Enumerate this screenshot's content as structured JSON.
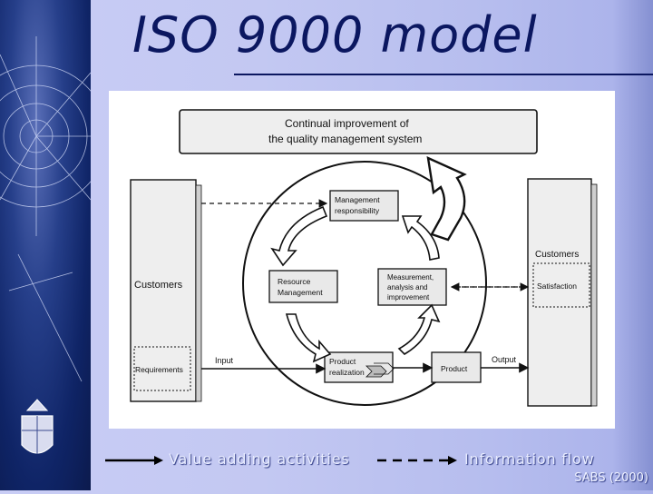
{
  "slide": {
    "title": "ISO 9000 model",
    "credit": "SABS (2000)"
  },
  "diagram": {
    "improvement_box": "Continual improvement of",
    "improvement_box_line2": "the quality management system",
    "customers_left": "Customers",
    "requirements": "Requirements",
    "customers_right": "Customers",
    "satisfaction": "Satisfaction",
    "management_line1": "Management",
    "management_line2": "responsibility",
    "resource_line1": "Resource",
    "resource_line2": "Management",
    "measurement_line1": "Measurement,",
    "measurement_line2": "analysis and",
    "measurement_line3": "improvement",
    "product_realization_line1": "Product",
    "product_realization_line2": "realization",
    "product": "Product",
    "input": "Input",
    "output": "Output"
  },
  "legend": {
    "value_adding": "Value adding activities",
    "information_flow": "Information flow"
  },
  "colors": {
    "title": "#0b1760",
    "legend_text": "#e8ecff",
    "left_strip": "#0f2466"
  }
}
